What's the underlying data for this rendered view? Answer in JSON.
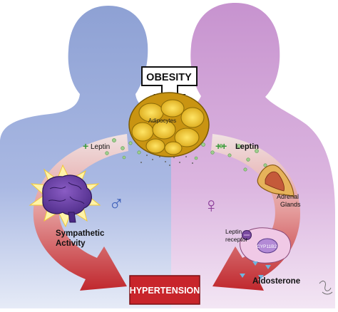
{
  "title": "OBESITY",
  "outcome": "HYPERTENSION",
  "labels": {
    "adipocytes": "Adipocytes",
    "leptin_left": "Leptin",
    "leptin_right": "Leptin",
    "leptin_left_sign": "+",
    "leptin_right_sign": "++",
    "sympathetic_line1": "Sympathetic",
    "sympathetic_line2": "Activity",
    "adrenal_line1": "Adrenal",
    "adrenal_line2": "Glands",
    "receptor_line1": "Leptin",
    "receptor_line2": "receptor",
    "enzyme": "CYP11B2",
    "aldosterone": "Aldosterone"
  },
  "symbols": {
    "male": "♂",
    "female": "♀"
  },
  "colors": {
    "male_silhouette": "#8fa3d6",
    "female_silhouette": "#c99bd0",
    "arrow_red": "#c0272d",
    "plus_green": "#3c9a3c",
    "hypertension_box": "#c8252b"
  }
}
